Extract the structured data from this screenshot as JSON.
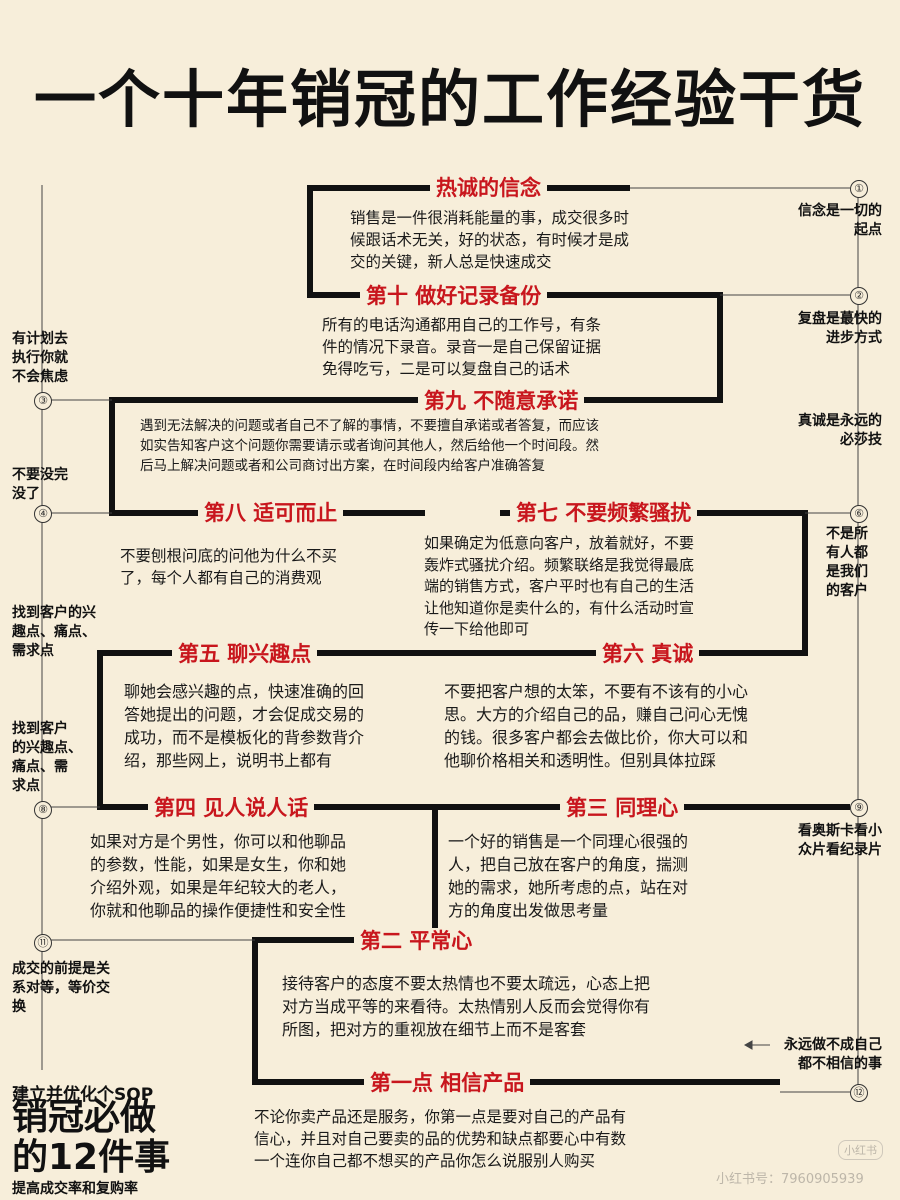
{
  "title": "一个十年销冠的工作经验干货",
  "sections": [
    {
      "title": "热诚的信念",
      "body": [
        "销售是一件很消耗能量的事，成交很多时",
        "候跟话术无关，好的状态，有时候才是成",
        "交的关键，新人总是快速成交"
      ]
    },
    {
      "title": "第十 做好记录备份",
      "body": [
        "所有的电话沟通都用自己的工作号，有条",
        "件的情况下录音。录音一是自己保留证据",
        "免得吃亏，二是可以复盘自己的话术"
      ]
    },
    {
      "title": "第九 不随意承诺",
      "body": [
        "遇到无法解决的问题或者自己不了解的事情，不要擅自承诺或者答复，而应该",
        "如实告知客户这个问题你需要请示或者询问其他人，然后给他一个时间段。然",
        "后马上解决问题或者和公司商讨出方案，在时间段内给客户准确答复"
      ]
    },
    {
      "title": "第八 适可而止",
      "body": [
        "不要刨根问底的问他为什么不买",
        "了，每个人都有自己的消费观"
      ]
    },
    {
      "title": "第七 不要频繁骚扰",
      "body": [
        "如果确定为低意向客户，放着就好，不要",
        "轰炸式骚扰介绍。频繁联络是我觉得最底",
        "端的销售方式，客户平时也有自己的生活",
        "让他知道你是卖什么的，有什么活动时宣",
        "传一下给他即可"
      ]
    },
    {
      "title": "第五 聊兴趣点",
      "body": [
        "聊她会感兴趣的点，快速准确的回",
        "答她提出的问题，才会促成交易的",
        "成功，而不是模板化的背参数背介",
        "绍，那些网上，说明书上都有"
      ]
    },
    {
      "title": "第六 真诚",
      "body": [
        "不要把客户想的太笨，不要有不该有的小心",
        "思。大方的介绍自己的品，赚自己问心无愧",
        "的钱。很多客户都会去做比价，你大可以和",
        "他聊价格相关和透明性。但别具体拉踩"
      ]
    },
    {
      "title": "第四 见人说人话",
      "body": [
        "如果对方是个男性，你可以和他聊品",
        "的参数，性能，如果是女生，你和她",
        "介绍外观，如果是年纪较大的老人，",
        "你就和他聊品的操作便捷性和安全性"
      ]
    },
    {
      "title": "第三 同理心",
      "body": [
        "一个好的销售是一个同理心很强的",
        "人，把自己放在客户的角度，揣测",
        "她的需求，她所考虑的点，站在对",
        "方的角度出发做思考量"
      ]
    },
    {
      "title": "第二 平常心",
      "body": [
        "接待客户的态度不要太热情也不要太疏远，心态上把",
        "对方当成平等的来看待。太热情别人反而会觉得你有",
        "所图，把对方的重视放在细节上而不是客套"
      ]
    },
    {
      "title": "第一点 相信产品",
      "body": [
        "不论你卖产品还是服务，你第一点是要对自己的产品有",
        "信心，并且对自己要卖的品的优势和缺点都要心中有数",
        "一个连你自己都不想买的产品你怎么说服别人购买"
      ]
    }
  ],
  "right_notes": [
    {
      "num": "①",
      "text": [
        "信念是一切的",
        "起点"
      ]
    },
    {
      "num": "②",
      "text": [
        "复盘是蕞快的",
        "进步方式"
      ]
    },
    {
      "num": "",
      "text": [
        "真诚是永远的",
        "必莎技"
      ]
    },
    {
      "num": "⑥",
      "text": [
        "不是所",
        "有人都",
        "是我们",
        "的客户"
      ]
    },
    {
      "num": "⑨",
      "text": [
        "看奥斯卡看小",
        "众片看纪录片"
      ]
    },
    {
      "num": "",
      "text": [
        "永远做不成自己",
        "都不相信的事"
      ]
    },
    {
      "num": "⑫",
      "text": []
    }
  ],
  "left_notes": [
    {
      "num": "",
      "text": [
        "有计划去",
        "执行你就",
        "不会焦虑"
      ]
    },
    {
      "num": "③",
      "text": []
    },
    {
      "num": "",
      "text": [
        "不要没完",
        "没了"
      ]
    },
    {
      "num": "④",
      "text": []
    },
    {
      "num": "",
      "text": [
        "找到客户的兴",
        "趣点、痛点、",
        "需求点"
      ]
    },
    {
      "num": "",
      "text": [
        "找到客户",
        "的兴趣点、",
        "痛点、需",
        "求点"
      ]
    },
    {
      "num": "⑧",
      "text": []
    },
    {
      "num": "⑪",
      "text": []
    },
    {
      "num": "",
      "text": [
        "成交的前提是关",
        "系对等，等价交",
        "换"
      ]
    }
  ],
  "sop": {
    "top": "建立并优化个SOP",
    "big1": "销冠必做",
    "big2": "的12件事",
    "bottom": "提高成交率和复购率"
  },
  "watermark": "小红书号：7960905939",
  "logo_text": "小红书"
}
